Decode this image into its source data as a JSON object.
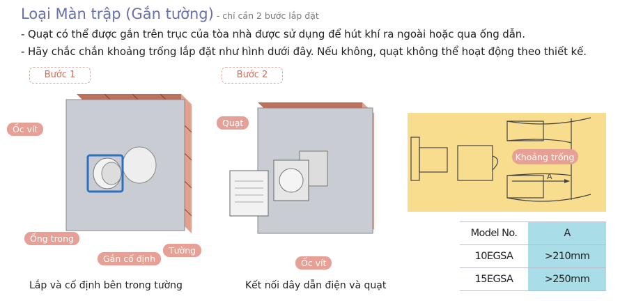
{
  "title": {
    "main": "Loại Màn trập (Gắn tường)",
    "sub": "- chỉ cần 2 bước lắp đặt"
  },
  "bullets": [
    "- Quạt có thể được gắn trên trục của tòa nhà được sử dụng để hút khí ra ngoài hoặc qua ống dẫn.",
    "- Hãy chắc chắn khoảng trống lắp đặt như hình dưới đây. Nếu không, quạt không thể hoạt động theo thiết kế."
  ],
  "steps": [
    {
      "label": "Bước 1",
      "caption": "Lắp và cố định bên trong tường",
      "callouts": [
        "Ốc vít",
        "Ống trong",
        "Gắn cố định",
        "Tường"
      ]
    },
    {
      "label": "Bước 2",
      "caption": "Kết nối dây dẫn điện và quạt",
      "callouts": [
        "Quạt",
        "Ốc vít"
      ]
    }
  ],
  "clearance": {
    "label": "Khoảng trống",
    "dimension": "A"
  },
  "table": {
    "headers": [
      "Model No.",
      "A"
    ],
    "rows": [
      [
        "10EGSA",
        ">210mm"
      ],
      [
        "15EGSA",
        ">250mm"
      ]
    ]
  },
  "colors": {
    "title": "#6b70a8",
    "callout": "#e6a095",
    "table_highlight": "#a9dde7",
    "diagram_bg": "#f9dd8e"
  }
}
